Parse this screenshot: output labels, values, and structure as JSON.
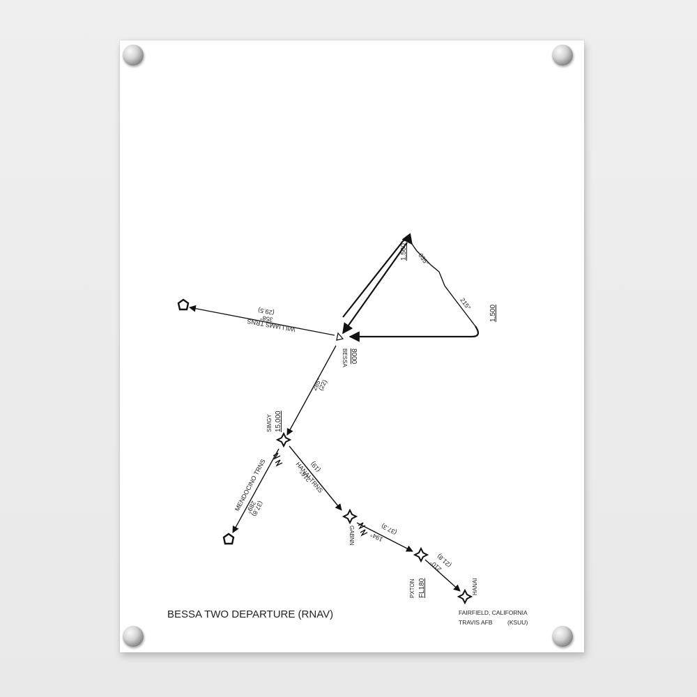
{
  "chart": {
    "title": "BESSA TWO DEPARTURE (RNAV)",
    "location": "FAIRFIELD, CALIFORNIA",
    "airport": "TRAVIS AFB",
    "airport_id": "(KSUU)"
  },
  "waypoints": {
    "bessa": {
      "name": "BESSA",
      "altitude": "8000"
    },
    "simgy": {
      "name": "SIMGY",
      "altitude": "15,000"
    },
    "gabnn": {
      "name": "GABNN"
    },
    "pxton": {
      "name": "PXTON",
      "altitude": "FL180"
    },
    "hanai": {
      "name": "HANAI"
    }
  },
  "legs": {
    "climb_up": {
      "course": "035°",
      "altitude": "1,500"
    },
    "climb_down": {
      "course": "215°",
      "altitude": "1,500"
    },
    "williams": {
      "name": "WILLIAMS TRNS",
      "course": "358°",
      "distance": "(29.5)"
    },
    "bessa_simgy": {
      "course": "285°",
      "distance": "(22)"
    },
    "mendocino": {
      "name": "MENDOCINO TRNS",
      "course": "289°",
      "distance": "(37.8)"
    },
    "hanai_trns": {
      "name": "HANAI TRNS",
      "course": "216°",
      "distance": "(19)"
    },
    "gabnn_pxton": {
      "course": "194°",
      "distance": "(37.3)"
    },
    "pxton_hanai": {
      "course": "210°",
      "distance": "(21.8)"
    }
  },
  "colors": {
    "ink": "#111111",
    "frame": "#ffffff",
    "background": "#ececec"
  },
  "icons": {
    "standoff": "silver-mount-icon",
    "vortac": "vortac-icon",
    "fix": "rnav-waypoint-icon",
    "triangle": "triangle-fix-icon"
  }
}
